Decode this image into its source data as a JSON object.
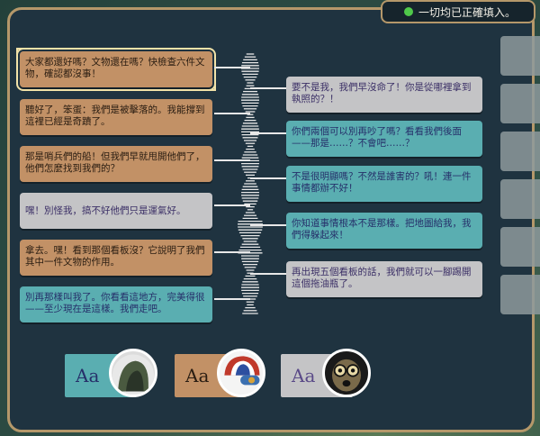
{
  "status": {
    "text": "一切均已正確填入。"
  },
  "left_cards": [
    {
      "text": "大家都還好嗎？文物還在嗎？快檢查六件文物，確認都沒事！",
      "color": "orange",
      "selected": true
    },
    {
      "text": "聽好了，笨蛋：我們是被擊落的。我能撐到這裡已經是奇蹟了。",
      "color": "orange",
      "selected": false
    },
    {
      "text": "那是哨兵們的船！但我們早就甩開他們了，他們怎麼找到我們的？",
      "color": "orange",
      "selected": false
    },
    {
      "text": "嘿！別怪我，搞不好他們只是運氣好。",
      "color": "grey",
      "selected": false
    },
    {
      "text": "拿去。嘿！看到那個看板沒？它說明了我們其中一件文物的作用。",
      "color": "orange",
      "selected": false
    },
    {
      "text": "別再那樣叫我了。你看看這地方，完美得很——至少現在是這樣。我們走吧。",
      "color": "teal",
      "selected": false
    }
  ],
  "right_cards": [
    {
      "text": "要不是我，我們早沒命了！你是從哪裡拿到執照的？！",
      "color": "grey"
    },
    {
      "text": "你們兩個可以別再吵了嗎？看看我們後面——那是……？不會吧……？",
      "color": "teal"
    },
    {
      "text": "不是很明顯嗎？不然是誰害的？吼！連一件事情都辦不好！",
      "color": "teal"
    },
    {
      "text": "你知道事情根本不是那樣。把地圖給我，我們得躲起來！",
      "color": "teal"
    },
    {
      "text": "再出現五個看板的話，我們就可以一腳踢開這個拖油瓶了。",
      "color": "grey"
    }
  ],
  "speakers": [
    {
      "label": "Aa",
      "swatch": "#5aaeb1",
      "text_color": "#26306a",
      "avatar": "hooded-character"
    },
    {
      "label": "Aa",
      "swatch": "#c29166",
      "text_color": "#2a1d12",
      "avatar": "helmet-character"
    },
    {
      "label": "Aa",
      "swatch": "#c4c4c6",
      "text_color": "#5a4a88",
      "avatar": "goggles-character"
    }
  ],
  "colors": {
    "orange": "#c29166",
    "grey": "#c4c4c6",
    "teal": "#5aaeb1",
    "frame": "#b5986a",
    "panel": "#1f3340",
    "ok": "#4fc94a"
  }
}
